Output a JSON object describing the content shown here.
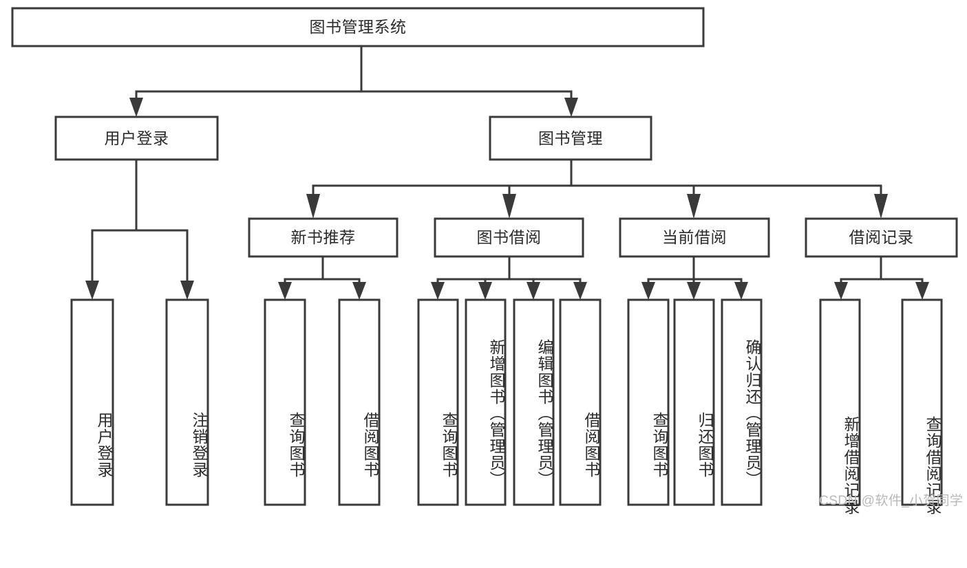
{
  "diagram": {
    "type": "tree-hierarchy",
    "title": "图书管理系统",
    "watermark": "CSDN @软件_小贺同学",
    "colors": {
      "stroke": "#3a3a3a",
      "box_fill": "#ffffff",
      "text": "#2b2b2b",
      "background": "#ffffff",
      "watermark": "#b9b9b9"
    },
    "levels": [
      {
        "level": 1,
        "nodes": [
          {
            "id": "root",
            "label": "图书管理系统",
            "orientation": "horizontal"
          }
        ]
      },
      {
        "level": 2,
        "nodes": [
          {
            "id": "user-login",
            "label": "用户登录",
            "orientation": "horizontal",
            "parent": "root"
          },
          {
            "id": "book-manage",
            "label": "图书管理",
            "orientation": "horizontal",
            "parent": "root"
          }
        ]
      },
      {
        "level": 3,
        "nodes": [
          {
            "id": "new-book-recommend",
            "label": "新书推荐",
            "orientation": "horizontal",
            "parent": "book-manage"
          },
          {
            "id": "book-borrow",
            "label": "图书借阅",
            "orientation": "horizontal",
            "parent": "book-manage"
          },
          {
            "id": "current-borrow",
            "label": "当前借阅",
            "orientation": "horizontal",
            "parent": "book-manage"
          },
          {
            "id": "borrow-record",
            "label": "借阅记录",
            "orientation": "horizontal",
            "parent": "book-manage"
          }
        ]
      },
      {
        "level": 4,
        "nodes": [
          {
            "id": "leaf-user-login",
            "label": "用户登录",
            "orientation": "vertical",
            "parent": "user-login"
          },
          {
            "id": "leaf-logout",
            "label": "注销登录",
            "orientation": "vertical",
            "parent": "user-login"
          },
          {
            "id": "leaf-query-book-1",
            "label": "查询图书",
            "orientation": "vertical",
            "parent": "new-book-recommend"
          },
          {
            "id": "leaf-borrow-book-1",
            "label": "借阅图书",
            "orientation": "vertical",
            "parent": "new-book-recommend"
          },
          {
            "id": "leaf-query-book-2",
            "label": "查询图书",
            "orientation": "vertical",
            "parent": "book-borrow"
          },
          {
            "id": "leaf-add-book",
            "label": "新增图书（管理员）",
            "orientation": "vertical",
            "parent": "book-borrow"
          },
          {
            "id": "leaf-edit-book",
            "label": "编辑图书（管理员）",
            "orientation": "vertical",
            "parent": "book-borrow"
          },
          {
            "id": "leaf-borrow-book-2",
            "label": "借阅图书",
            "orientation": "vertical",
            "parent": "book-borrow"
          },
          {
            "id": "leaf-query-book-3",
            "label": "查询图书",
            "orientation": "vertical",
            "parent": "current-borrow"
          },
          {
            "id": "leaf-return-book",
            "label": "归还图书",
            "orientation": "vertical",
            "parent": "current-borrow"
          },
          {
            "id": "leaf-confirm-return",
            "label": "确认归还（管理员）",
            "orientation": "vertical",
            "parent": "current-borrow"
          },
          {
            "id": "leaf-add-record",
            "label": "新增借阅记录",
            "orientation": "vertical",
            "parent": "borrow-record"
          },
          {
            "id": "leaf-query-record",
            "label": "查询借阅记录",
            "orientation": "vertical",
            "parent": "borrow-record"
          }
        ]
      }
    ]
  }
}
